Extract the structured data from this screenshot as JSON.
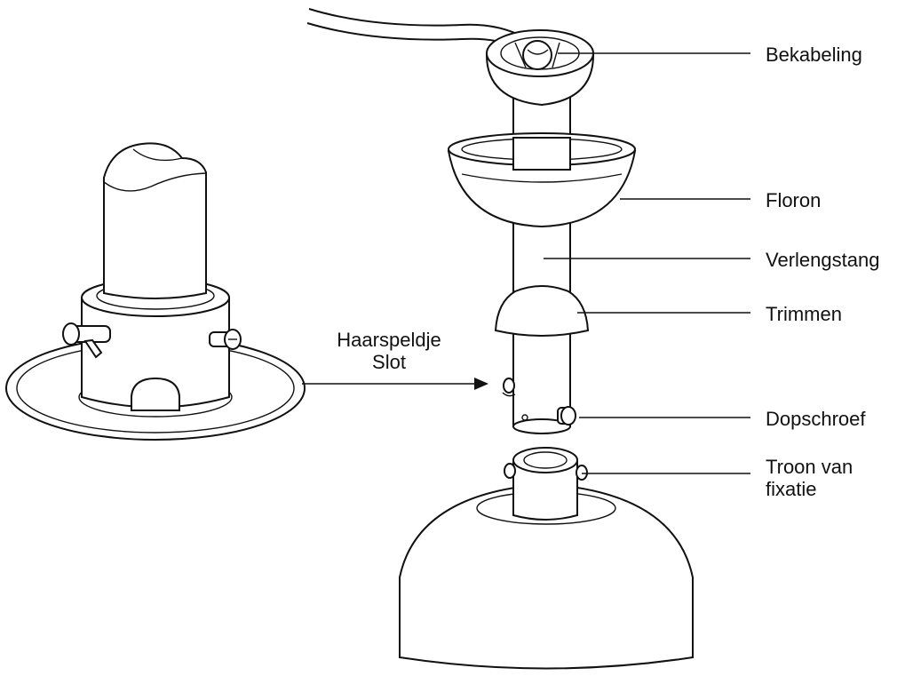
{
  "labels": {
    "bekabeling": "Bekabeling",
    "floron": "Floron",
    "verlengstang": "Verlengstang",
    "trimmen": "Trimmen",
    "dopschroef": "Dopschroef",
    "troon_line1": "Troon van",
    "troon_line2": "fixatie",
    "haarspeld_line1": "Haarspeldje",
    "haarspeld_line2": "Slot"
  }
}
